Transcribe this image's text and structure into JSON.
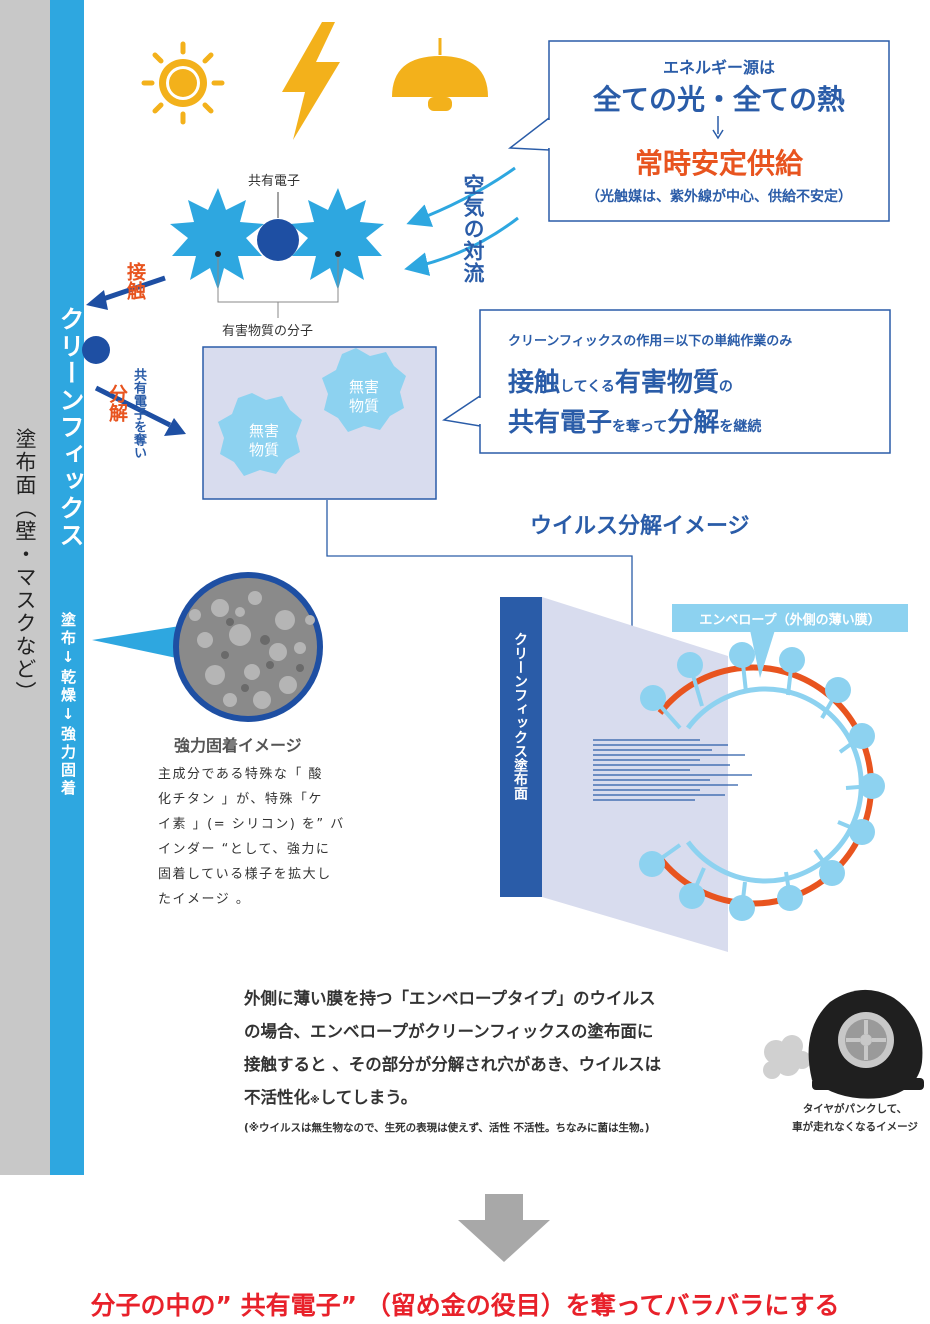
{
  "surface": {
    "label": "塗布面",
    "paren": "（壁・マスクなど）"
  },
  "cleanfix_bar": {
    "title": "クリーンフィックス",
    "process": "塗布↓乾燥↓強力固着"
  },
  "energy_box": {
    "line1": "エネルギー源は",
    "line2": "全ての光・全ての熱",
    "line3": "常時安定供給",
    "line4": "（光触媒は、紫外線が中心、供給不安定）"
  },
  "convection": "空気の対流",
  "shared_electron_label": "共有電子",
  "molecule_label": "有害物質の分子",
  "contact_label": "接触",
  "decompose_label": "分解",
  "take_electron_label": "共有電子を奪い",
  "harmless": [
    "無害物質",
    "無害物質"
  ],
  "harmless_lines": [
    [
      "無害",
      "物質"
    ],
    [
      "無害",
      "物質"
    ]
  ],
  "action_box": {
    "line1": "クリーンフィックスの作用＝以下の単純作業のみ",
    "line2": [
      {
        "t": "接触",
        "big": true
      },
      {
        "t": "してくる",
        "big": false
      },
      {
        "t": "有害物質",
        "big": true
      },
      {
        "t": "の",
        "big": false
      }
    ],
    "line3": [
      {
        "t": "共有電子",
        "big": true
      },
      {
        "t": "を奪って",
        "big": false
      },
      {
        "t": "分解",
        "big": true
      },
      {
        "t": "を継続",
        "big": false
      }
    ]
  },
  "virus_title": "ウイルス分解イメージ",
  "coating_panel_label": "クリーンフィックス塗布面",
  "envelope_label": "エンベロープ（外側の薄い膜）",
  "fixation": {
    "title": "強力固着イメージ",
    "lines": [
      "主成分である特殊な「 酸",
      "化チタン 」が、特殊「ケ",
      "イ素 」(= シリコン) を” バ",
      "インダー “として、強力に",
      "固着している様子を拡大し",
      "たイメージ 。"
    ]
  },
  "explanation": {
    "lines": [
      "外側に薄い膜を持つ「エンベロープタイプ」のウイルス",
      "の場合、エンベロープがクリーンフィックスの塗布面に",
      "接触すると 、その部分が分解され穴があき、ウイルスは"
    ],
    "line4_main": "不活性化",
    "line4_mark": "※",
    "line4_rest": "してしまう。",
    "note": "(※ウイルスは無生物なので、生死の表現は使えず、活性 不活性。ちなみに菌は生物。)"
  },
  "tire_caption": [
    "タイヤがパンクして、",
    "車が走れなくなるイメージ"
  ],
  "conclusion": "分子の中の” 共有電子” （留め金の役目）を奪ってバラバラにする",
  "colors": {
    "accent_blue": "#2a5ca8",
    "light_blue": "#2ea7e0",
    "orange": "#e8541f",
    "red": "#e8212a",
    "yellow": "#f3b11b",
    "gray": "#c8c8c8",
    "lavender": "#d8dcee",
    "virus_blue": "#8dd2f0"
  },
  "icons": [
    "sun-icon",
    "lightning-icon",
    "lamp-icon",
    "tire-icon",
    "down-arrow-icon"
  ]
}
